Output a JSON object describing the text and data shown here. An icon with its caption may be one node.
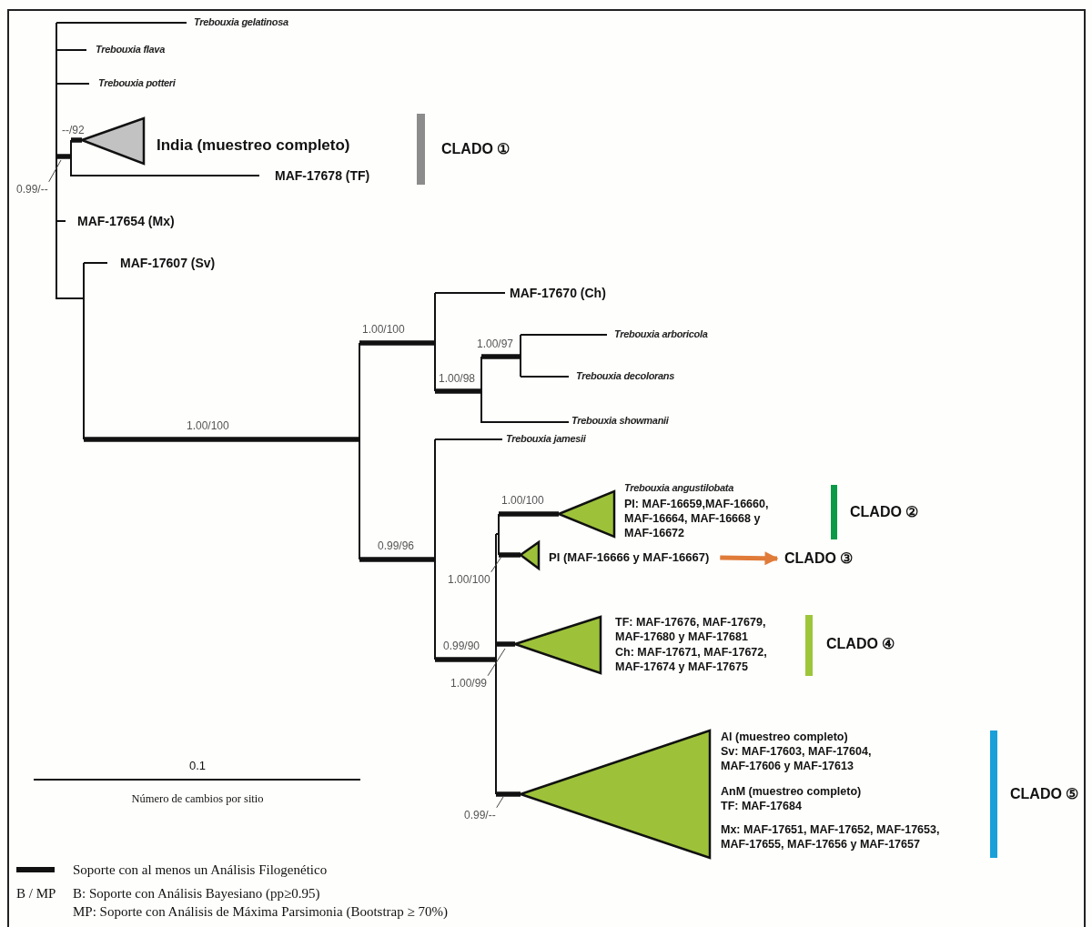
{
  "diagram": {
    "nodes": [
      {
        "text": [
          "0.99/--"
        ]
      },
      {
        "text": [
          "PI (MAF-16666 y MAF-16667)"
        ]
      },
      {
        "text": [
          "CLADO ③"
        ]
      },
      {
        "text": [
          "1.00/100"
        ]
      },
      {
        "text": [
          "1.00/99"
        ]
      },
      {
        "text": [
          "0.99/--"
        ]
      }
    ],
    "edges": [
      {
        "from": 0,
        "to": null,
        "arrow": "none"
      },
      {
        "from": 1,
        "to": 2,
        "arrow": "to",
        "style": "thick",
        "color": "#e07b39"
      },
      {
        "from": 3,
        "to": null,
        "arrow": "none"
      },
      {
        "from": 4,
        "to": null,
        "arrow": "none"
      },
      {
        "from": 5,
        "to": null,
        "arrow": "none"
      }
    ],
    "labels": [
      "Trebouxia gelatinosa",
      "Trebouxia flava",
      "Trebouxia potteri",
      "--/92",
      "India (muestreo completo)",
      "CLADO ①",
      "MAF-17678 (TF)",
      "MAF-17654 (Mx)",
      "MAF-17607 (Sv)",
      "MAF-17670 (Ch)",
      "1.00/100",
      "Trebouxia arboricola",
      "1.00/97",
      "Trebouxia decolorans",
      "1.00/98",
      "Trebouxia showmanii",
      "1.00/100",
      "Trebouxia jamesii",
      "Trebouxia angustilobata",
      "1.00/100",
      "PI: MAF-16659,MAF-16660, MAF-16664, MAF-16668 y MAF-16672",
      "CLADO ②",
      "0.99/96",
      "0.99/90",
      "TF: MAF-17676, MAF-17679, MAF-17680 y MAF-17681",
      "Ch: MAF-17671, MAF-17672, MAF-17674 y MAF-17675",
      "CLADO ④",
      "Al (muestreo completo)",
      "Sv: MAF-17603, MAF-17604, MAF-17606 y MAF-17613",
      "CLADO ⑤",
      "0.1",
      "AnM (muestreo completo)",
      "TF: MAF-17684",
      "Número de cambios por sitio",
      "Mx: MAF-17651, MAF-17652, MAF-17653, MAF-17655, MAF-17656 y MAF-17657",
      "B / MP",
      "B: Soporte con Análisis Bayesiano (pp≥0.95)",
      "MP: Soporte con Análisis de Máxima Parsimonia (Bootstrap ≥ 70%)"
    ],
    "legend": [
      {
        "text": "Soporte con al menos un Análisis Filogenético"
      }
    ]
  }
}
